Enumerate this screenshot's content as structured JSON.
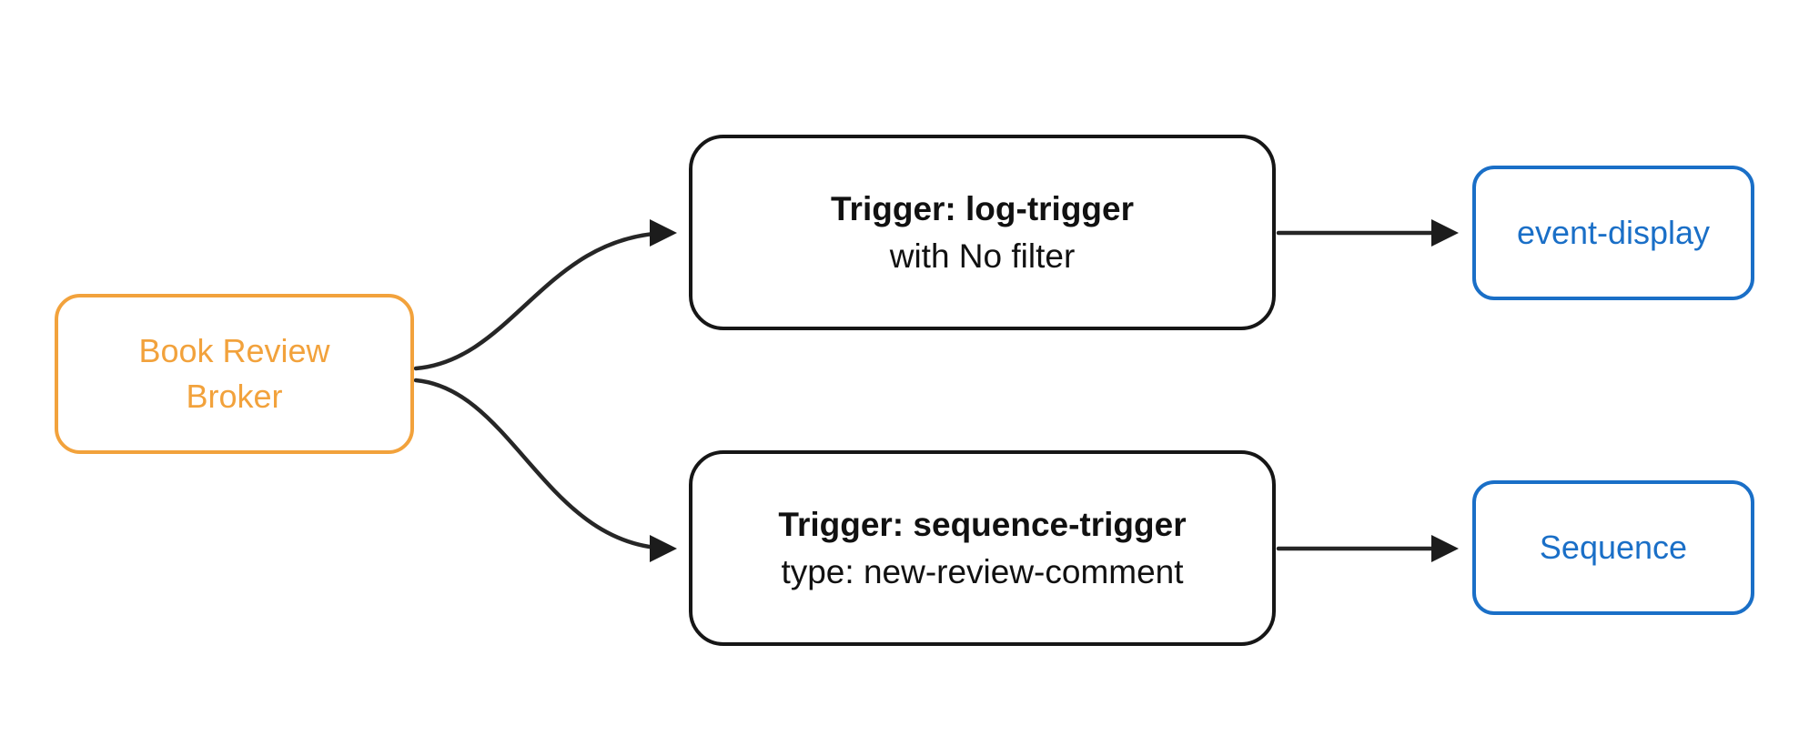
{
  "diagram": {
    "type": "flow-diagram",
    "nodes": {
      "broker": {
        "label": "Book Review Broker",
        "label_lines": [
          "Book Review",
          "Broker"
        ],
        "border_color": "#F2A23C",
        "text_color": "#F2A23C"
      },
      "trigger_log": {
        "title": "Trigger: log-trigger",
        "subtitle": "with No filter",
        "border_color": "#161616",
        "text_color": "#111111"
      },
      "trigger_sequence": {
        "title": "Trigger: sequence-trigger",
        "subtitle": "type: new-review-comment",
        "border_color": "#161616",
        "text_color": "#111111"
      },
      "sink_event_display": {
        "label": "event-display",
        "border_color": "#1A6FC7",
        "text_color": "#1A6FC7"
      },
      "sink_sequence": {
        "label": "Sequence",
        "border_color": "#1A6FC7",
        "text_color": "#1A6FC7"
      }
    },
    "edges": [
      {
        "from": "broker",
        "to": "trigger_log"
      },
      {
        "from": "broker",
        "to": "trigger_sequence"
      },
      {
        "from": "trigger_log",
        "to": "sink_event_display"
      },
      {
        "from": "trigger_sequence",
        "to": "sink_sequence"
      }
    ],
    "colors": {
      "arrow": "#262626",
      "background": "#FFFFFF"
    }
  }
}
